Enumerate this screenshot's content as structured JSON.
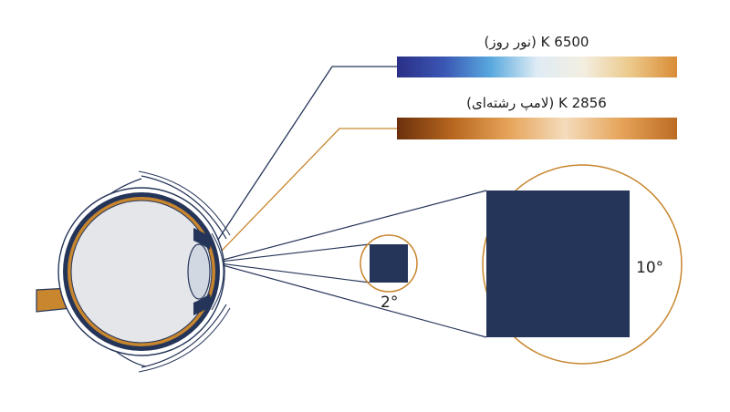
{
  "colors": {
    "navy": "#253559",
    "orange": "#c8862e",
    "eye_fill": "#e4e6ea",
    "eye_stroke": "#253559"
  },
  "gradients": {
    "daylight": [
      "#2a2f86",
      "#3a56b3",
      "#58a8de",
      "#dfecf5",
      "#f3eee0",
      "#ecc98a",
      "#d98c36"
    ],
    "incandescent": [
      "#6a300c",
      "#b8671f",
      "#e6a45a",
      "#f4dcbc",
      "#e6a45a",
      "#bc6c22"
    ]
  },
  "labels": {
    "daylight": "6500 K (نور روز)",
    "incandescent": "2856 K (لامپ رشته‌ای)",
    "small_angle": "2°",
    "large_angle": "10°"
  }
}
